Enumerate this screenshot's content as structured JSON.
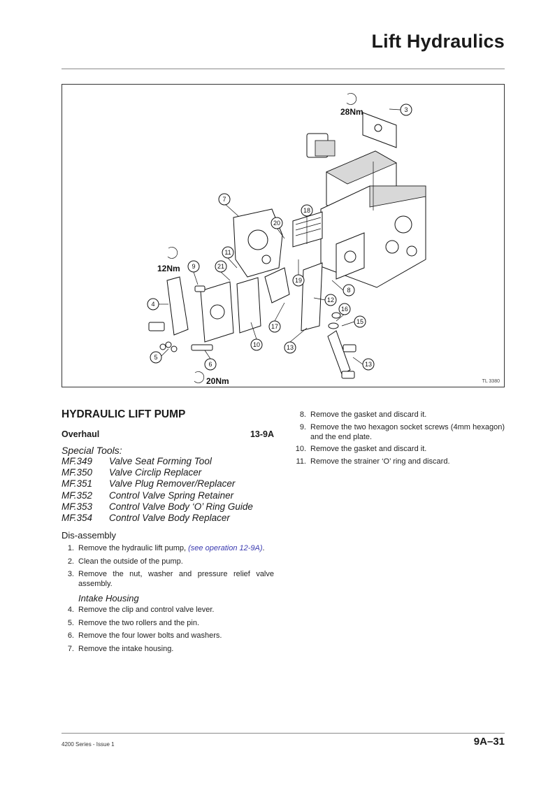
{
  "header": {
    "title": "Lift Hydraulics"
  },
  "figure": {
    "reference": "TL 3380",
    "torques": [
      "28Nm",
      "12Nm",
      "20Nm"
    ],
    "callouts": [
      "3",
      "7",
      "18",
      "20",
      "11",
      "21",
      "9",
      "19",
      "8",
      "4",
      "12",
      "16",
      "15",
      "17",
      "10",
      "13",
      "5",
      "6",
      "13"
    ]
  },
  "section": {
    "title": "HYDRAULIC LIFT PUMP",
    "operation_label": "Overhaul",
    "operation_code": "13-9A"
  },
  "special_tools": {
    "title": "Special Tools:",
    "items": [
      {
        "code": "MF.349",
        "name": "Valve Seat Forming Tool"
      },
      {
        "code": "MF.350",
        "name": "Valve Circlip Replacer"
      },
      {
        "code": "MF.351",
        "name": "Valve Plug Remover/Replacer"
      },
      {
        "code": "MF.352",
        "name": "Control Valve Spring Retainer"
      },
      {
        "code": "MF.353",
        "name": "Control Valve Body ‘O’ Ring Guide"
      },
      {
        "code": "MF.354",
        "name": "Control Valve Body Replacer"
      }
    ]
  },
  "disassembly": {
    "title": "Dis-assembly",
    "steps": [
      {
        "num": "1.",
        "text": "Remove the hydraulic lift pump,",
        "link": "(see operation 12-9A)",
        "after": "."
      },
      {
        "num": "2.",
        "text": "Clean the outside of the pump."
      },
      {
        "num": "3.",
        "text": "Remove the nut, washer and pressure relief valve assembly."
      }
    ],
    "intake_title": "Intake Housing",
    "intake_steps": [
      {
        "num": "4.",
        "text": "Remove the clip and control valve lever."
      },
      {
        "num": "5.",
        "text": "Remove the two rollers and the pin."
      },
      {
        "num": "6.",
        "text": "Remove the four lower bolts and washers."
      },
      {
        "num": "7.",
        "text": "Remove the intake housing."
      }
    ]
  },
  "right_steps": [
    {
      "num": "8.",
      "text": "Remove the gasket and discard it."
    },
    {
      "num": "9.",
      "text": "Remove the two hexagon socket screws (4mm hexagon) and the end plate."
    },
    {
      "num": "10.",
      "text": "Remove the gasket and discard it."
    },
    {
      "num": "11.",
      "text": "Remove the strainer ‘O’ ring and discard."
    }
  ],
  "footer": {
    "left": "4200 Series - Issue 1",
    "right": "9A–31"
  }
}
